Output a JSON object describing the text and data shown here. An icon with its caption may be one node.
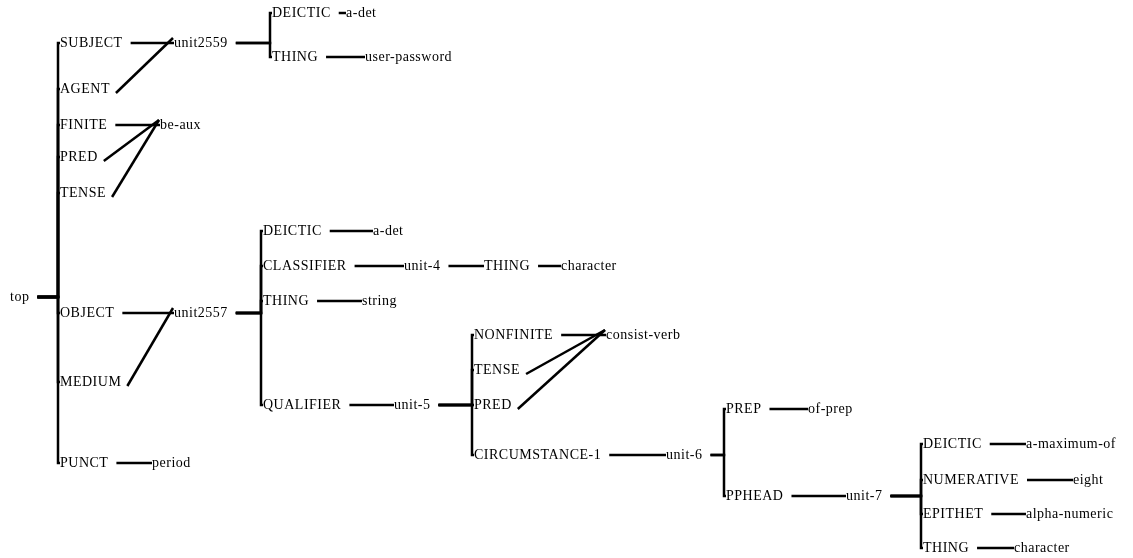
{
  "diagram": {
    "nodes": [
      {
        "text": [
          "top"
        ]
      },
      {
        "text": [
          "SUBJECT"
        ]
      },
      {
        "text": [
          "unit2559"
        ]
      },
      {
        "text": [
          "DEICTIC"
        ]
      },
      {
        "text": [
          "a-det"
        ]
      },
      {
        "text": [
          "THING"
        ]
      },
      {
        "text": [
          "user-password"
        ]
      },
      {
        "text": [
          "AGENT"
        ]
      },
      {
        "text": [
          "FINITE"
        ]
      },
      {
        "text": [
          "be-aux"
        ]
      },
      {
        "text": [
          "PRED"
        ]
      },
      {
        "text": [
          "TENSE"
        ]
      },
      {
        "text": [
          "OBJECT"
        ]
      },
      {
        "text": [
          "unit2557"
        ]
      },
      {
        "text": [
          "MEDIUM"
        ]
      },
      {
        "text": [
          "PUNCT"
        ]
      },
      {
        "text": [
          "period"
        ]
      },
      {
        "text": [
          "DEICTIC"
        ]
      },
      {
        "text": [
          "a-det"
        ]
      },
      {
        "text": [
          "CLASSIFIER"
        ]
      },
      {
        "text": [
          "unit-4"
        ]
      },
      {
        "text": [
          "THING"
        ]
      },
      {
        "text": [
          "character"
        ]
      },
      {
        "text": [
          "THING"
        ]
      },
      {
        "text": [
          "string"
        ]
      },
      {
        "text": [
          "QUALIFIER"
        ]
      },
      {
        "text": [
          "unit-5"
        ]
      },
      {
        "text": [
          "NONFINITE"
        ]
      },
      {
        "text": [
          "consist-verb"
        ]
      },
      {
        "text": [
          "TENSE"
        ]
      },
      {
        "text": [
          "PRED"
        ]
      },
      {
        "text": [
          "CIRCUMSTANCE-1"
        ]
      },
      {
        "text": [
          "unit-6"
        ]
      },
      {
        "text": [
          "PREP"
        ]
      },
      {
        "text": [
          "of-prep"
        ]
      },
      {
        "text": [
          "PPHEAD"
        ]
      },
      {
        "text": [
          "unit-7"
        ]
      },
      {
        "text": [
          "DEICTIC"
        ]
      },
      {
        "text": [
          "a-maximum-of"
        ]
      },
      {
        "text": [
          "NUMERATIVE"
        ]
      },
      {
        "text": [
          "eight"
        ]
      },
      {
        "text": [
          "EPITHET"
        ]
      },
      {
        "text": [
          "alpha-numeric"
        ]
      },
      {
        "text": [
          "THING"
        ]
      },
      {
        "text": [
          "character"
        ]
      }
    ],
    "edges": [
      {
        "from": 0,
        "to": 1,
        "arrow": "none"
      },
      {
        "from": 0,
        "to": 7,
        "arrow": "none"
      },
      {
        "from": 0,
        "to": 8,
        "arrow": "none"
      },
      {
        "from": 0,
        "to": 10,
        "arrow": "none"
      },
      {
        "from": 0,
        "to": 11,
        "arrow": "none"
      },
      {
        "from": 0,
        "to": 12,
        "arrow": "none"
      },
      {
        "from": 0,
        "to": 14,
        "arrow": "none"
      },
      {
        "from": 0,
        "to": 15,
        "arrow": "none"
      },
      {
        "from": 1,
        "to": 2,
        "arrow": "none"
      },
      {
        "from": 2,
        "to": 3,
        "arrow": "none"
      },
      {
        "from": 2,
        "to": 5,
        "arrow": "none"
      },
      {
        "from": 3,
        "to": 4,
        "arrow": "none"
      },
      {
        "from": 5,
        "to": 6,
        "arrow": "none"
      },
      {
        "from": 7,
        "to": 2,
        "arrow": "none"
      },
      {
        "from": 8,
        "to": 9,
        "arrow": "none"
      },
      {
        "from": 10,
        "to": 9,
        "arrow": "none"
      },
      {
        "from": 11,
        "to": 9,
        "arrow": "none"
      },
      {
        "from": 12,
        "to": 13,
        "arrow": "none"
      },
      {
        "from": 14,
        "to": 13,
        "arrow": "none"
      },
      {
        "from": 15,
        "to": 16,
        "arrow": "none"
      },
      {
        "from": 13,
        "to": 17,
        "arrow": "none"
      },
      {
        "from": 13,
        "to": 19,
        "arrow": "none"
      },
      {
        "from": 13,
        "to": 23,
        "arrow": "none"
      },
      {
        "from": 13,
        "to": 25,
        "arrow": "none"
      },
      {
        "from": 17,
        "to": 18,
        "arrow": "none"
      },
      {
        "from": 19,
        "to": 20,
        "arrow": "none"
      },
      {
        "from": 20,
        "to": 21,
        "arrow": "none"
      },
      {
        "from": 21,
        "to": 22,
        "arrow": "none"
      },
      {
        "from": 23,
        "to": 24,
        "arrow": "none"
      },
      {
        "from": 25,
        "to": 26,
        "arrow": "none"
      },
      {
        "from": 26,
        "to": 27,
        "arrow": "none"
      },
      {
        "from": 26,
        "to": 29,
        "arrow": "none"
      },
      {
        "from": 26,
        "to": 30,
        "arrow": "none"
      },
      {
        "from": 26,
        "to": 31,
        "arrow": "none"
      },
      {
        "from": 27,
        "to": 28,
        "arrow": "none"
      },
      {
        "from": 29,
        "to": 28,
        "arrow": "none"
      },
      {
        "from": 30,
        "to": 28,
        "arrow": "none"
      },
      {
        "from": 31,
        "to": 32,
        "arrow": "none"
      },
      {
        "from": 32,
        "to": 33,
        "arrow": "none"
      },
      {
        "from": 32,
        "to": 35,
        "arrow": "none"
      },
      {
        "from": 33,
        "to": 34,
        "arrow": "none"
      },
      {
        "from": 35,
        "to": 36,
        "arrow": "none"
      },
      {
        "from": 36,
        "to": 37,
        "arrow": "none"
      },
      {
        "from": 36,
        "to": 39,
        "arrow": "none"
      },
      {
        "from": 36,
        "to": 41,
        "arrow": "none"
      },
      {
        "from": 36,
        "to": 43,
        "arrow": "none"
      },
      {
        "from": 37,
        "to": 38,
        "arrow": "none"
      },
      {
        "from": 39,
        "to": 40,
        "arrow": "none"
      },
      {
        "from": 41,
        "to": 42,
        "arrow": "none"
      },
      {
        "from": 43,
        "to": 44,
        "arrow": "none"
      }
    ]
  }
}
